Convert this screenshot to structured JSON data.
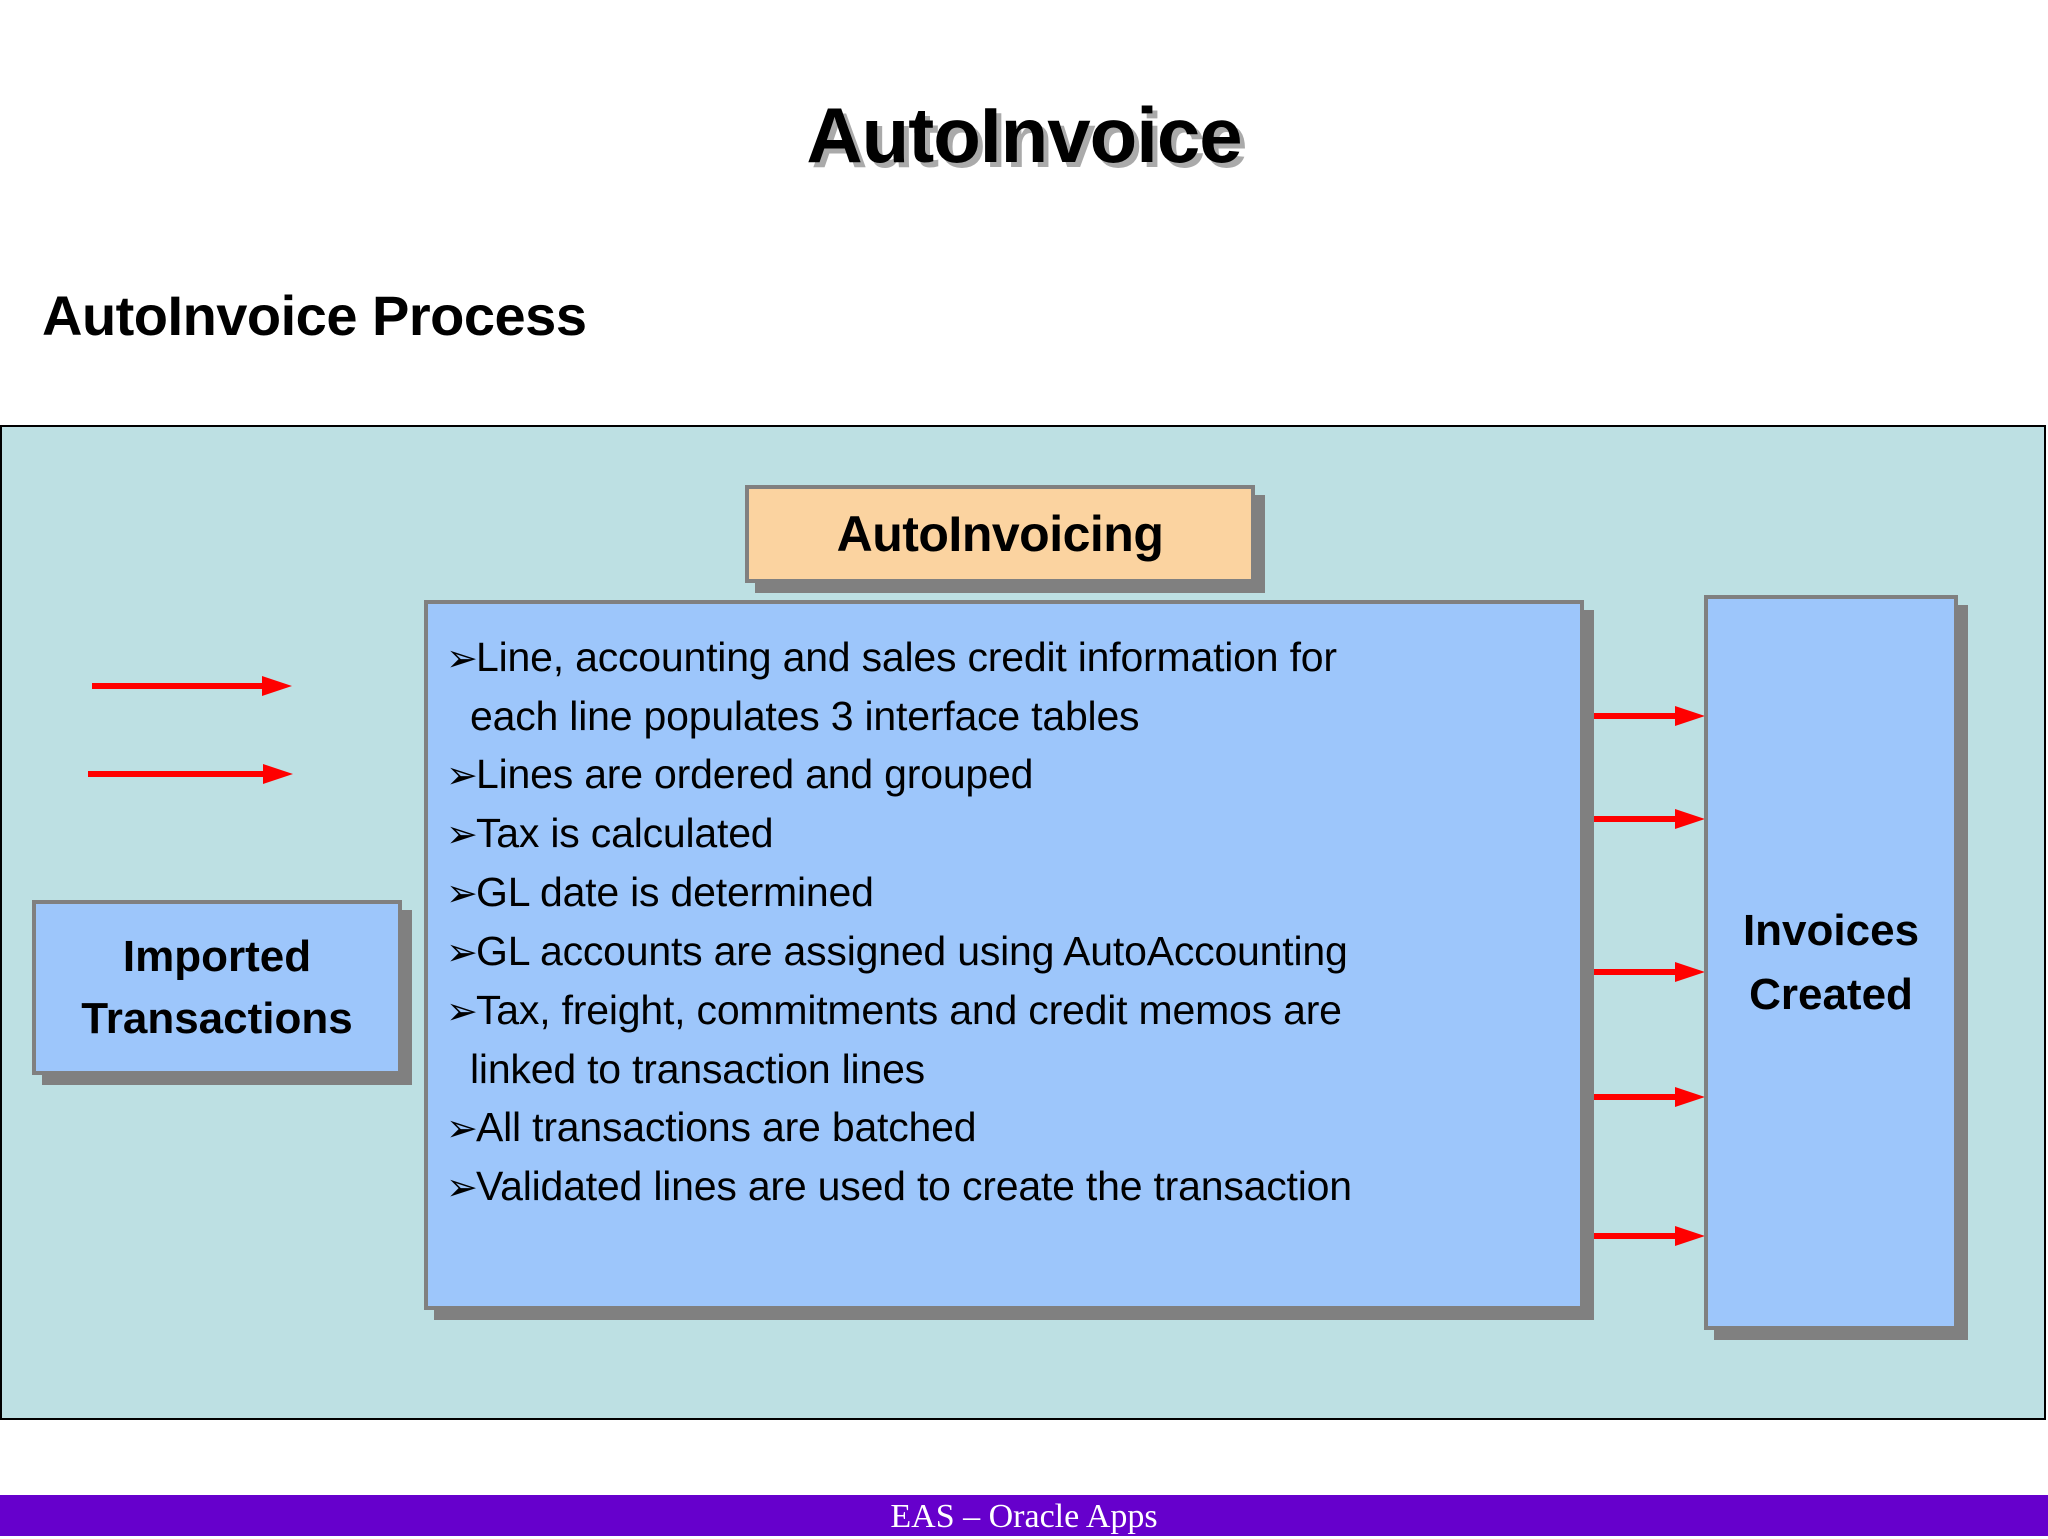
{
  "slide": {
    "title": "AutoInvoice",
    "subtitle": "AutoInvoice Process"
  },
  "diagram": {
    "header_box": {
      "label": "AutoInvoicing",
      "fill_color": "#fbd3a0",
      "border_color": "#808080"
    },
    "input_box": {
      "label_line1": "Imported",
      "label_line2": "Transactions",
      "fill_color": "#9dc6fb"
    },
    "output_box": {
      "label_line1": "Invoices",
      "label_line2": "Created",
      "fill_color": "#9dc6fb"
    },
    "process_box": {
      "fill_color": "#9dc6fb",
      "bullet_marker": "➢",
      "items": [
        {
          "text": "Line, accounting and sales credit information for",
          "continuation": "each line populates 3 interface tables"
        },
        {
          "text": "Lines are ordered and grouped",
          "continuation": ""
        },
        {
          "text": "Tax is calculated",
          "continuation": ""
        },
        {
          "text": "GL date is determined",
          "continuation": ""
        },
        {
          "text": "GL accounts are assigned using AutoAccounting",
          "continuation": ""
        },
        {
          "text": "Tax, freight, commitments and credit memos are",
          "continuation": "linked to transaction lines"
        },
        {
          "text": "All transactions are batched",
          "continuation": ""
        },
        {
          "text": "Validated lines are used to create the transaction",
          "continuation": ""
        }
      ]
    },
    "panel_color": "#bde0e3",
    "arrow_color": "#ff0000",
    "arrows_in": 4,
    "arrows_out": 5
  },
  "footer": {
    "text": "EAS – Oracle Apps",
    "bar_color": "#6600cc"
  }
}
